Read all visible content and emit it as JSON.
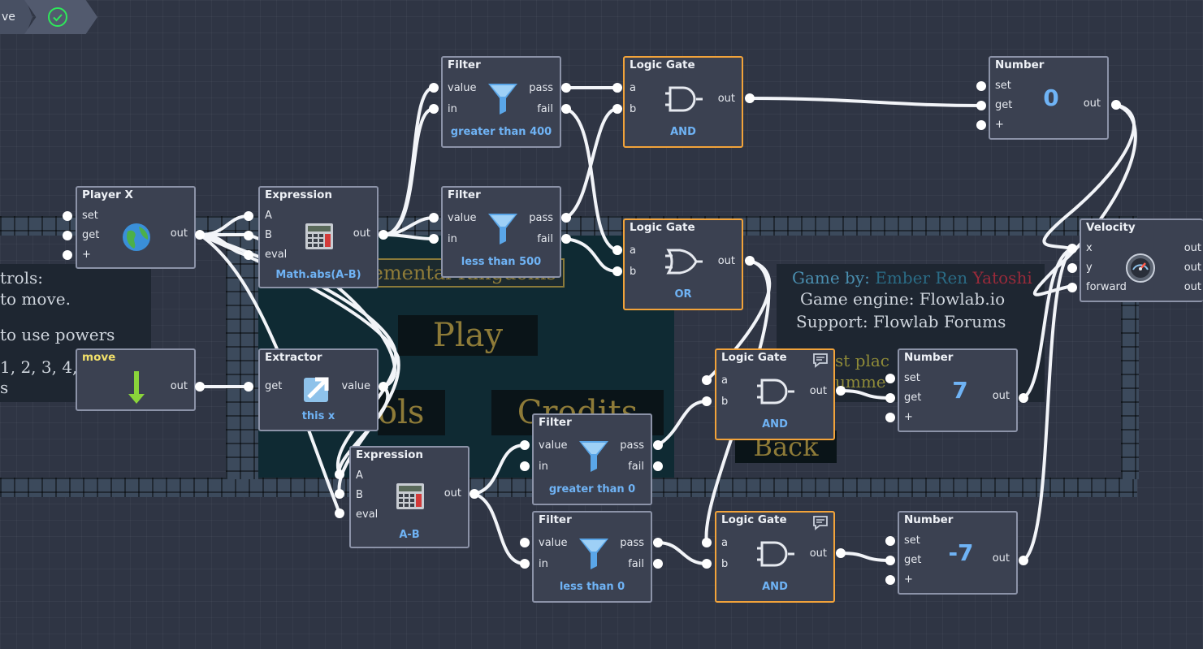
{
  "breadcrumb": {
    "prev_label": "ve",
    "check_icon": "check-circle-icon"
  },
  "scene": {
    "controls_lines": [
      "trols:",
      "to move.",
      "",
      "to use powers",
      "1, 2, 3, 4,",
      "s"
    ],
    "title_banner": "lemental Kingdoms",
    "play": "Play",
    "tools": "ols",
    "credits": "Credits",
    "back": "Back",
    "credits_by": "Game by:",
    "author1": "Ember",
    "author2": "Ren",
    "author3": "Yatoshi",
    "engine": "Game engine: Flowlab.io",
    "support": "Support: Flowlab Forums",
    "partial1": "st plac",
    "partial2": "umme"
  },
  "nodes": {
    "player_x": {
      "title": "Player X",
      "in": [
        "set",
        "get",
        "+"
      ],
      "out": "out"
    },
    "move": {
      "title": "move",
      "out": "out"
    },
    "expression1": {
      "title": "Expression",
      "in": [
        "A",
        "B",
        "eval"
      ],
      "out": "out",
      "sub": "Math.abs(A-B)"
    },
    "extractor": {
      "title": "Extractor",
      "in": [
        "get"
      ],
      "out": "value",
      "sub": "this x"
    },
    "filter1": {
      "title": "Filter",
      "in": [
        "value",
        "in"
      ],
      "out": [
        "pass",
        "fail"
      ],
      "sub": "greater than 400"
    },
    "filter2": {
      "title": "Filter",
      "in": [
        "value",
        "in"
      ],
      "out": [
        "pass",
        "fail"
      ],
      "sub": "less than 500"
    },
    "expression2": {
      "title": "Expression",
      "in": [
        "A",
        "B",
        "eval"
      ],
      "out": "out",
      "sub": "A-B"
    },
    "filter3": {
      "title": "Filter",
      "in": [
        "value",
        "in"
      ],
      "out": [
        "pass",
        "fail"
      ],
      "sub": "greater than 0"
    },
    "filter4": {
      "title": "Filter",
      "in": [
        "value",
        "in"
      ],
      "out": [
        "pass",
        "fail"
      ],
      "sub": "less than 0"
    },
    "gate1": {
      "title": "Logic Gate",
      "in": [
        "a",
        "b"
      ],
      "out": "out",
      "sub": "AND"
    },
    "gate2": {
      "title": "Logic Gate",
      "in": [
        "a",
        "b"
      ],
      "out": "out",
      "sub": "OR"
    },
    "gate3": {
      "title": "Logic Gate",
      "in": [
        "a",
        "b"
      ],
      "out": "out",
      "sub": "AND"
    },
    "gate4": {
      "title": "Logic Gate",
      "in": [
        "a",
        "b"
      ],
      "out": "out",
      "sub": "AND"
    },
    "number1": {
      "title": "Number",
      "in": [
        "set",
        "get",
        "+"
      ],
      "out": "out",
      "value": "0"
    },
    "number2": {
      "title": "Number",
      "in": [
        "set",
        "get",
        "+"
      ],
      "out": "out",
      "value": "7"
    },
    "number3": {
      "title": "Number",
      "in": [
        "set",
        "get",
        "+"
      ],
      "out": "out",
      "value": "-7"
    },
    "velocity": {
      "title": "Velocity",
      "in": [
        "x",
        "y",
        "forward"
      ],
      "out": [
        "out",
        "out",
        "out"
      ]
    }
  },
  "colors": {
    "wire": "#f2f4f8",
    "node_border": "#8c93a8",
    "gate_border": "#f2a33a",
    "accent": "#6fb3f5",
    "bg": "#2f3544"
  }
}
